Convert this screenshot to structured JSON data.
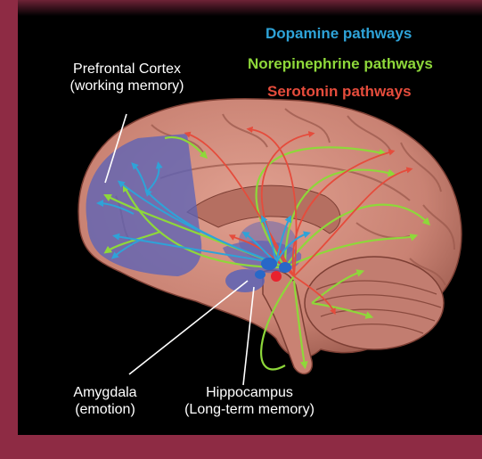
{
  "legend": {
    "dopamine": "Dopamine pathways",
    "norepinephrine": "Norepinephrine pathways",
    "serotonin": "Serotonin pathways"
  },
  "labels": {
    "prefrontal_line1": "Prefrontal Cortex",
    "prefrontal_line2": "(working memory)",
    "amygdala_line1": "Amygdala",
    "amygdala_line2": "(emotion)",
    "hippocampus_line1": "Hippocampus",
    "hippocampus_line2": "(Long-term memory)"
  },
  "colors": {
    "background": "#8e2b44",
    "frame": "#000000",
    "brain": "#c98273",
    "dopamine": "#2ea3d8",
    "norepinephrine": "#8ed83a",
    "serotonin": "#e54c3c",
    "highlight": "#5c63b6"
  }
}
